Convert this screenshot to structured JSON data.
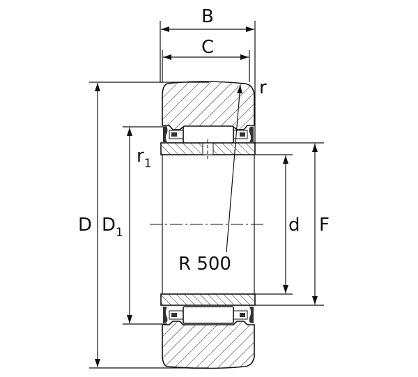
{
  "title": "Support roller bearing cross-section",
  "labels": {
    "B": "B",
    "C": "C",
    "r": "r",
    "r1_main": "r",
    "r1_sub": "1",
    "D": "D",
    "D1_main": "D",
    "D1_sub": "1",
    "d": "d",
    "F": "F",
    "R500": "R 500"
  },
  "colors": {
    "line": "#111111",
    "background": "#ffffff"
  }
}
